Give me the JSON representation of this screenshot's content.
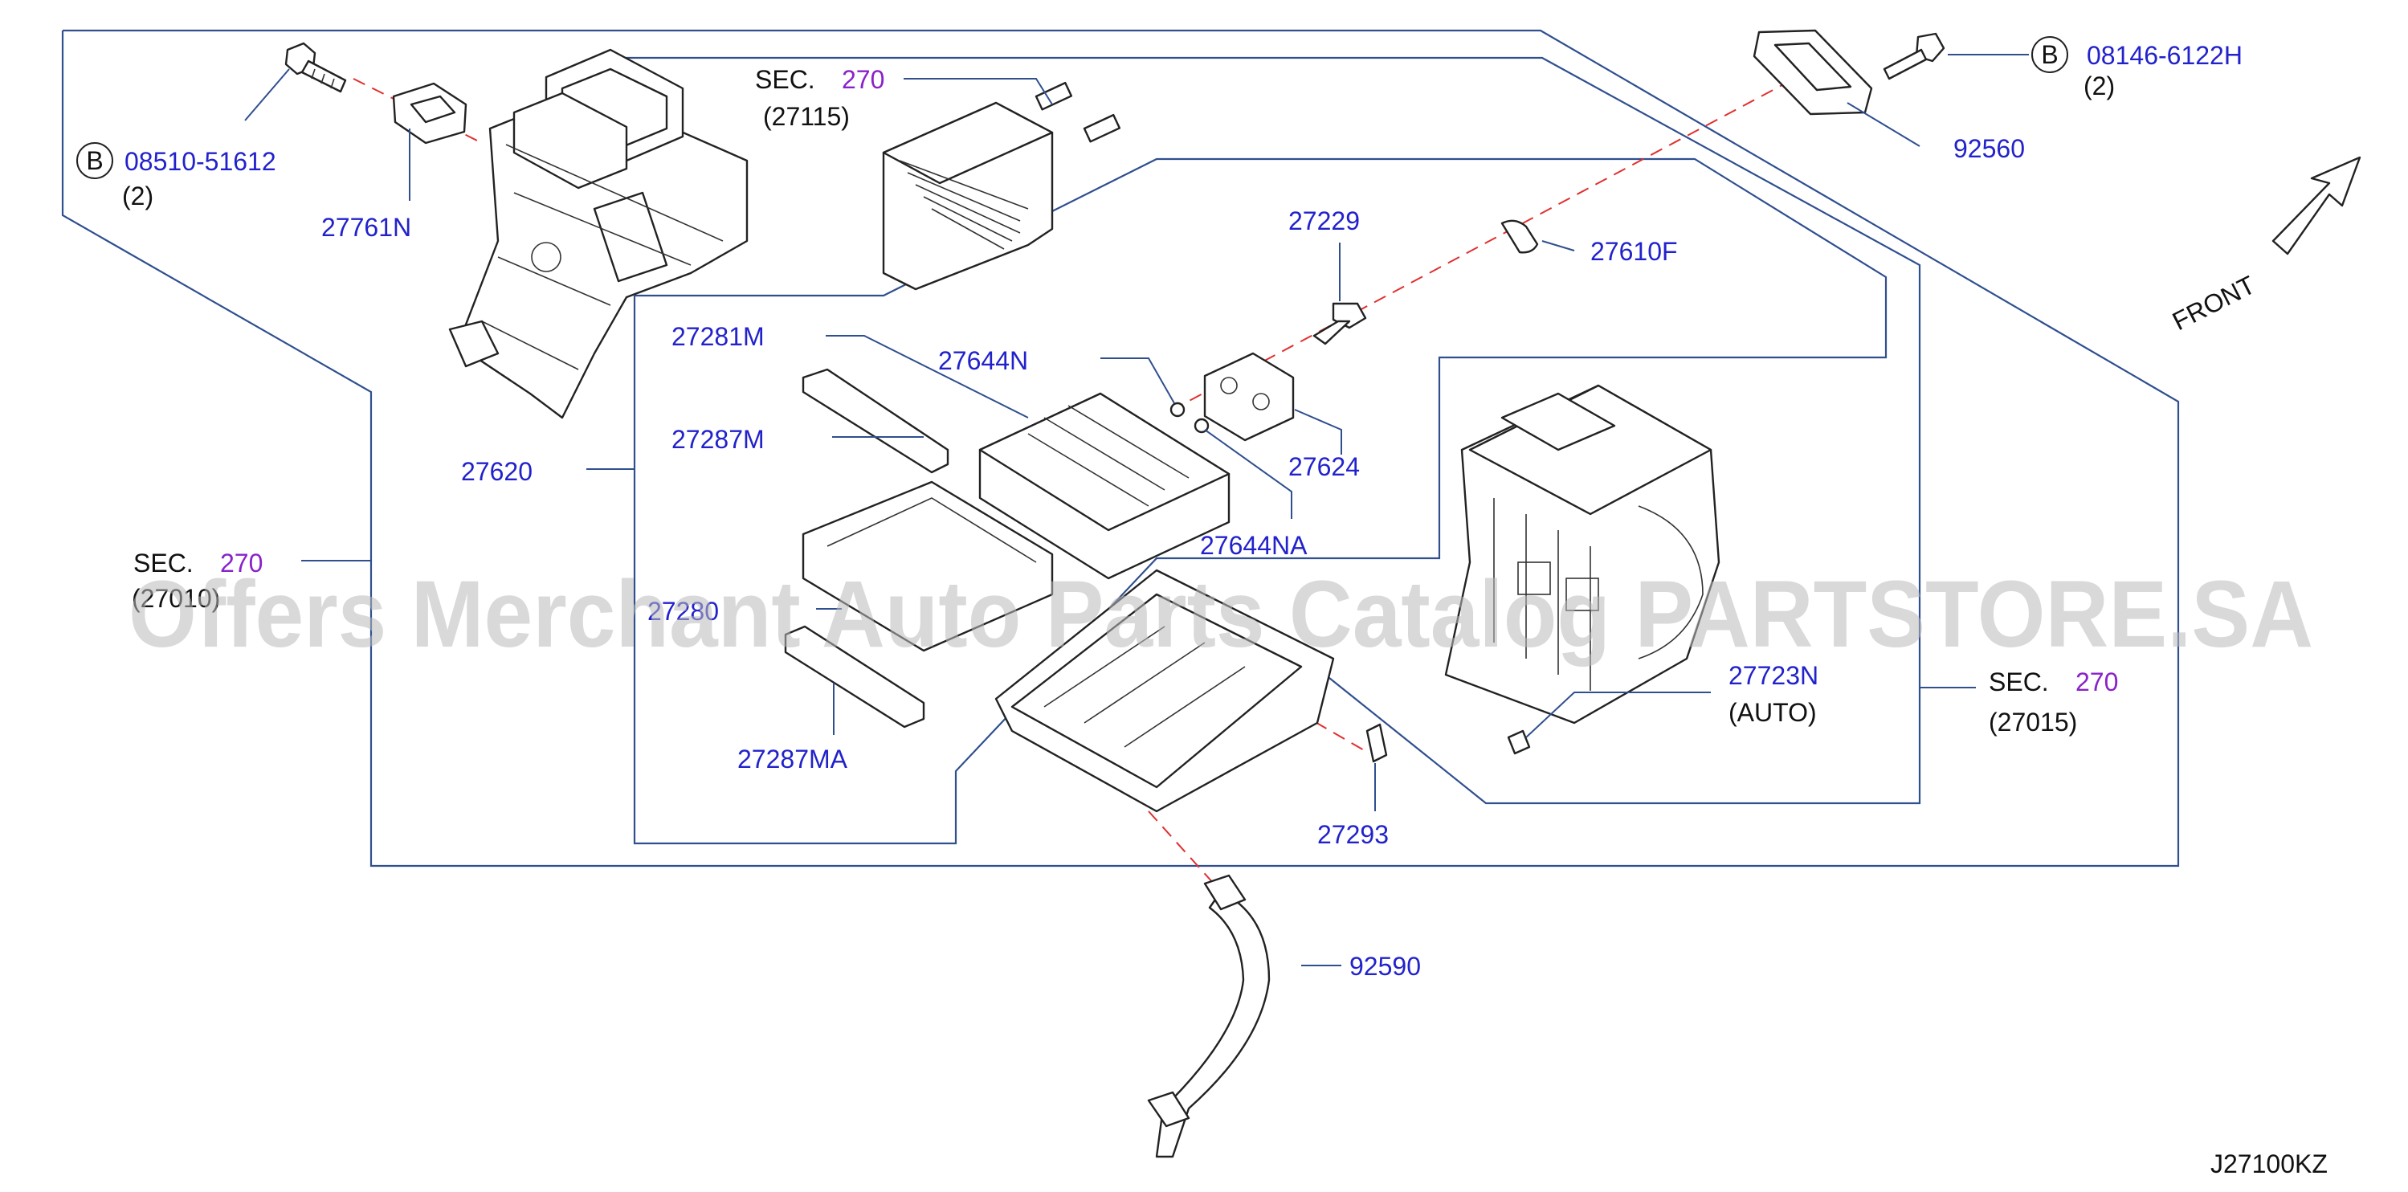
{
  "labels": {
    "bolt_b_left": "08510-51612",
    "bolt_b_left_qty": "(2)",
    "bolt_b_right": "08146-6122H",
    "bolt_b_right_qty": "(2)",
    "p27761n": "27761N",
    "p92560": "92560",
    "p27229": "27229",
    "p27610f": "27610F",
    "p27281m": "27281M",
    "p27644n": "27644N",
    "p27287m": "27287M",
    "p27620": "27620",
    "p27624": "27624",
    "p27644na": "27644NA",
    "p27280": "27280",
    "p27723n": "27723N",
    "p27723n_note": "(AUTO)",
    "p27287ma": "27287MA",
    "p27293": "27293",
    "p92590": "92590",
    "sec_top": "SEC.",
    "sec_top_num": "270",
    "sec_top_ref": "(27115)",
    "sec_left": "SEC.",
    "sec_left_num": "270",
    "sec_left_ref": "(27010)",
    "sec_right": "SEC.",
    "sec_right_num": "270",
    "sec_right_ref": "(27015)",
    "circle_b": "B",
    "front": "FRONT",
    "diagram_code": "J27100KZ"
  },
  "watermark": "Offers Merchant Auto Parts Catalog PARTSTORE.SA",
  "colors": {
    "part_number": "#2222cc",
    "section_number": "#8a22c9",
    "leader": "#2f4f8f",
    "dashed_axis": "#e03030"
  }
}
